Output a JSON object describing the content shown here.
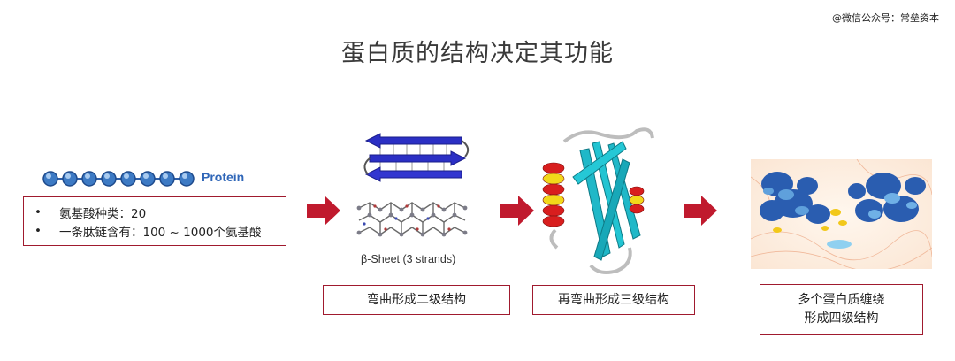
{
  "watermark": "@微信公众号：常垒资本",
  "title": "蛋白质的结构决定其功能",
  "primary": {
    "protein_label": "Protein",
    "bead_count": 8,
    "facts": [
      {
        "bullet": "•",
        "text": "氨基酸种类：20"
      },
      {
        "bullet": "•",
        "text": "一条肽链含有：100 ~ 1000个氨基酸"
      }
    ]
  },
  "secondary": {
    "caption": "β-Sheet (3 strands)",
    "label": "弯曲形成二级结构"
  },
  "tertiary": {
    "label": "再弯曲形成三级结构"
  },
  "quaternary": {
    "label_line1": "多个蛋白质缠绕",
    "label_line2": "形成四级结构"
  },
  "colors": {
    "accent_red": "#c01a2e",
    "box_border": "#a01a2e",
    "bead_blue": "#3d7ac4",
    "sheet_blue": "#2b2fc4",
    "helix_red": "#d81e1e",
    "helix_yellow": "#f2d81a",
    "strand_cyan": "#1fb8c8",
    "quaternary_blue": "#2a5db0"
  }
}
